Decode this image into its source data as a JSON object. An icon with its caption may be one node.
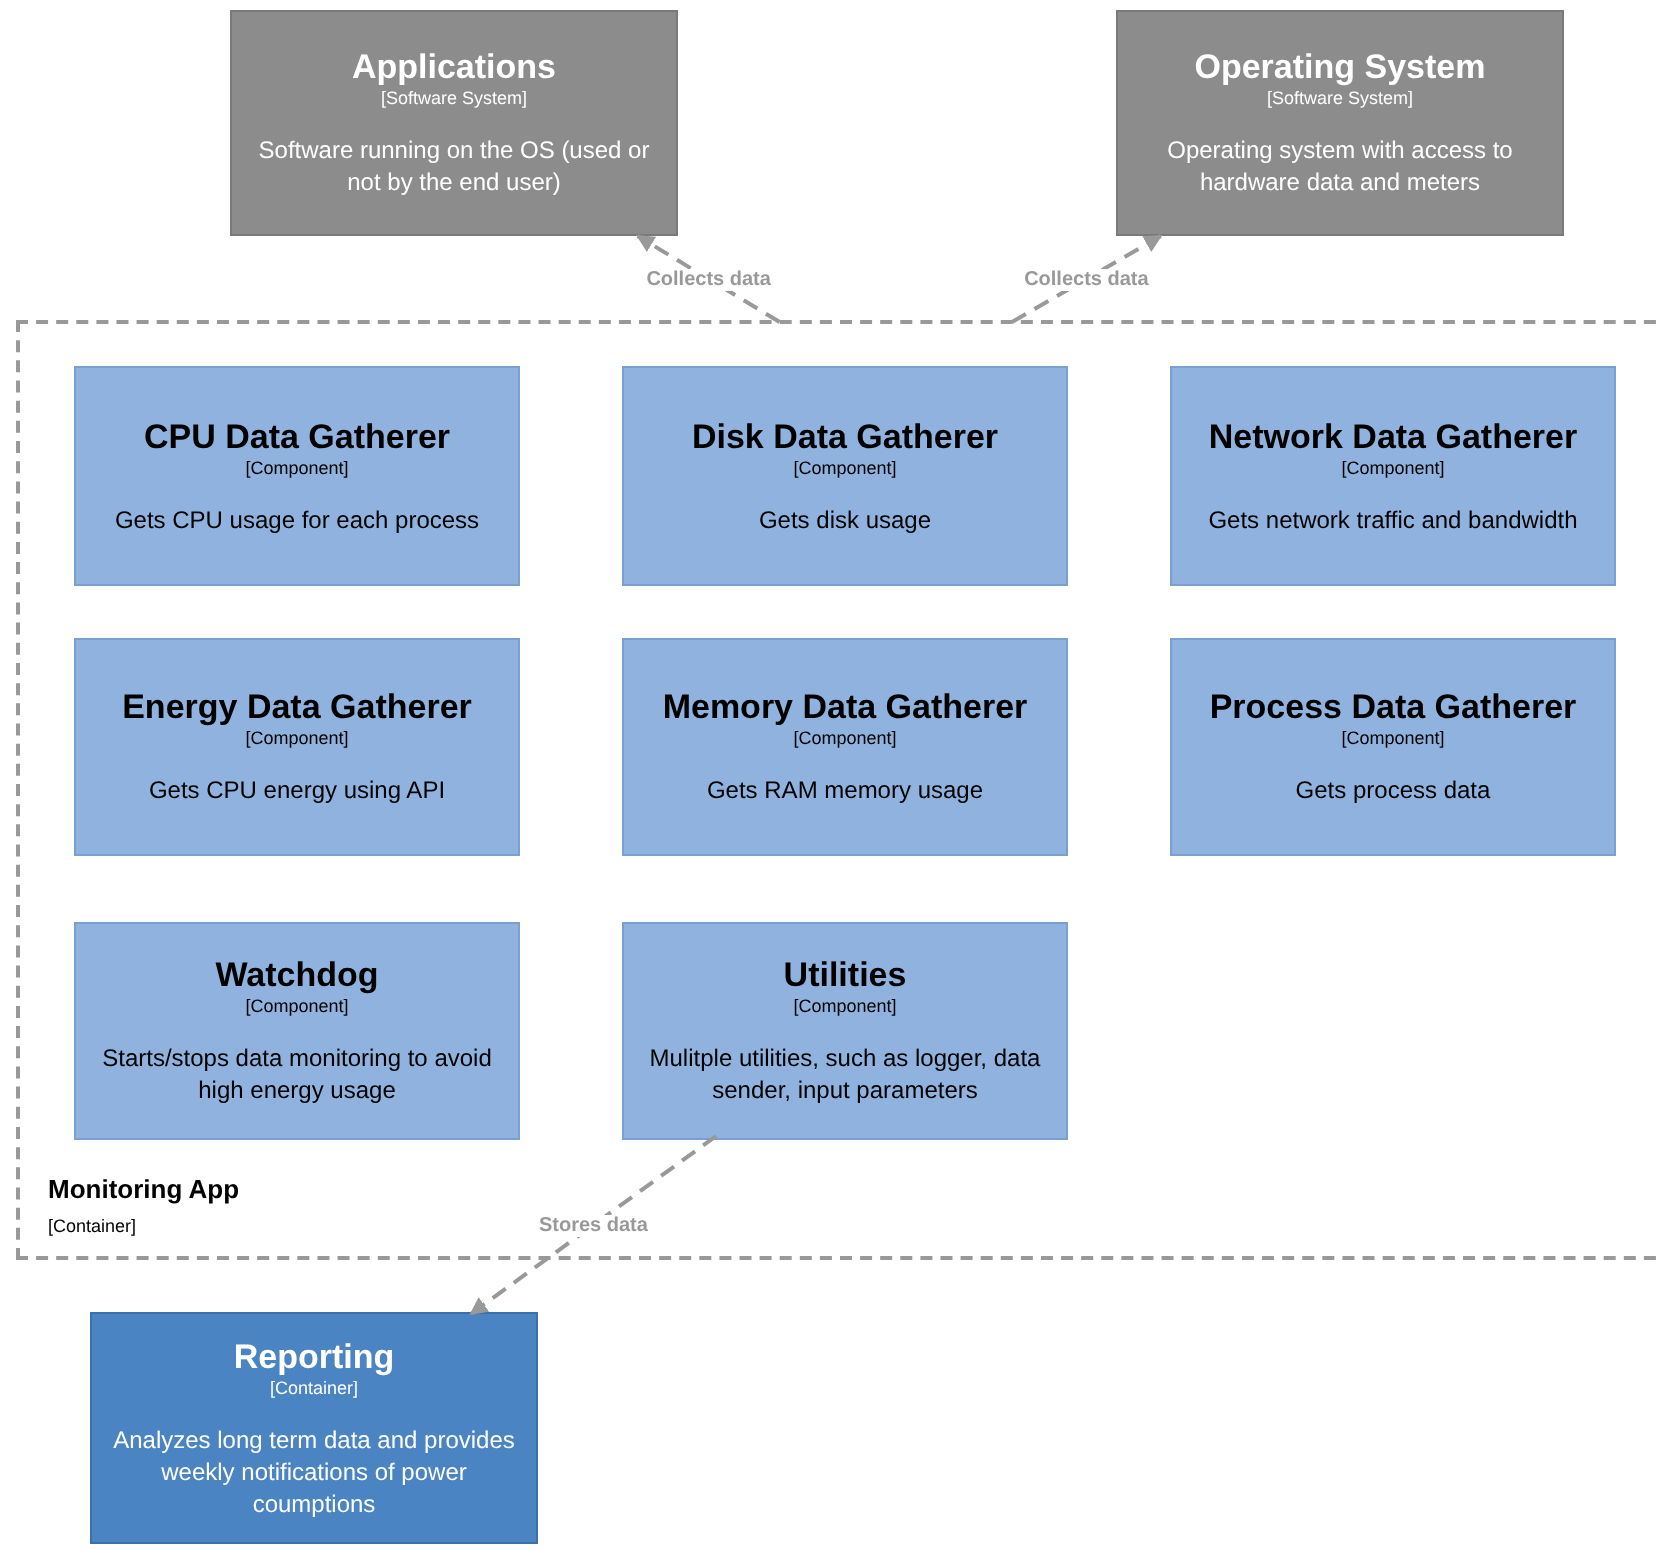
{
  "diagram": {
    "nodes": [
      {
        "text": [
          "Applications",
          "[Software System]",
          "Software running on the OS (used or not by the end user)"
        ]
      },
      {
        "text": [
          "Operating System",
          "[Software System]",
          "Operating system with access to hardware data and meters"
        ]
      },
      {
        "text": [
          "Monitoring App",
          "[Container]"
        ]
      },
      {
        "text": [
          "CPU Data Gatherer",
          "[Component]",
          "Gets CPU usage for each process"
        ],
        "in": 2
      },
      {
        "text": [
          "Disk Data Gatherer",
          "[Component]",
          "Gets disk usage"
        ],
        "in": 2
      },
      {
        "text": [
          "Network Data Gatherer",
          "[Component]",
          "Gets network traffic and bandwidth"
        ],
        "in": 2
      },
      {
        "text": [
          "Energy Data Gatherer",
          "[Component]",
          "Gets CPU energy using API"
        ],
        "in": 2
      },
      {
        "text": [
          "Memory Data Gatherer",
          "[Component]",
          "Gets RAM memory usage"
        ],
        "in": 2
      },
      {
        "text": [
          "Process Data Gatherer",
          "[Component]",
          "Gets process data"
        ],
        "in": 2
      },
      {
        "text": [
          "Watchdog",
          "[Component]",
          "Starts/stops data monitoring to avoid high energy usage"
        ],
        "in": 2
      },
      {
        "text": [
          "Utilities",
          "[Component]",
          "Mulitple utilities, such as logger, data sender, input parameters"
        ],
        "in": 2
      },
      {
        "text": [
          "Reporting",
          "[Container]",
          "Analyzes long term data and provides weekly notifications of power coumptions"
        ]
      }
    ],
    "edges": [
      {
        "from": 2,
        "to": 0,
        "arrow": "to",
        "label": "Collects data",
        "style": "dashed"
      },
      {
        "from": 2,
        "to": 1,
        "arrow": "to",
        "label": "Collects data",
        "style": "dashed"
      },
      {
        "from": 10,
        "to": 11,
        "arrow": "to",
        "label": "Stores data",
        "style": "dashed"
      }
    ]
  }
}
